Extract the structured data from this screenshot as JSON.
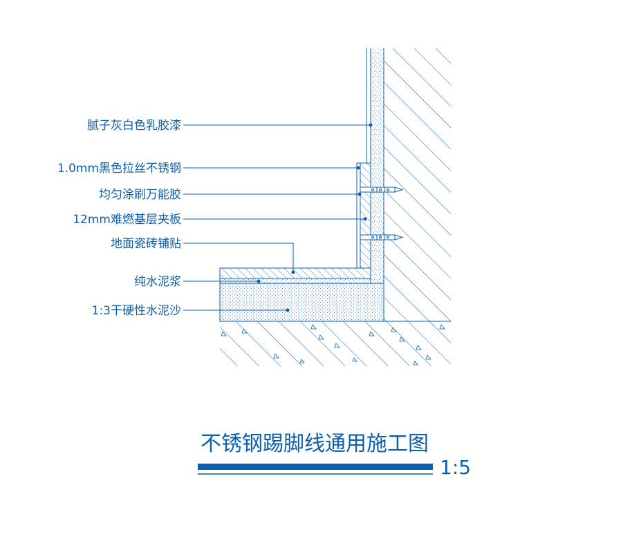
{
  "colors": {
    "line": "#0b5fae",
    "background": "#ffffff"
  },
  "labels": [
    "腻子灰白色乳胶漆",
    "1.0mm黑色拉丝不锈钢",
    "均匀涂刷万能胶",
    "12mm难燃基层夹板",
    "地面瓷砖铺贴",
    "纯水泥浆",
    "1:3干硬性水泥沙"
  ],
  "title": "不锈钢踢脚线通用施工图",
  "scale": "1:5"
}
